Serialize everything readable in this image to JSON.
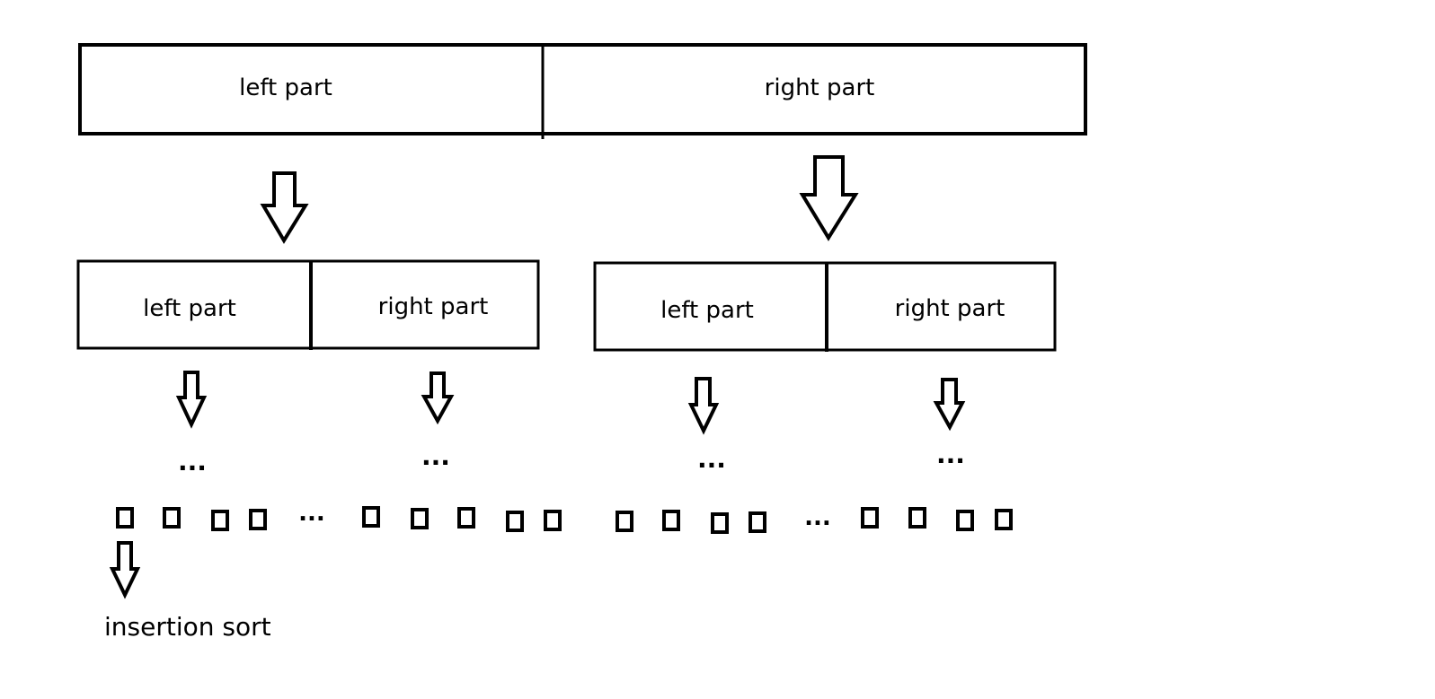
{
  "level0": {
    "left_label": "left part",
    "right_label": "right part"
  },
  "level1": [
    {
      "left_label": "left part",
      "right_label": "right part"
    },
    {
      "left_label": "left part",
      "right_label": "right part"
    }
  ],
  "ellipsis": "...",
  "leaf_groups": [
    4,
    5,
    4,
    4
  ],
  "footer_label": "insertion sort"
}
